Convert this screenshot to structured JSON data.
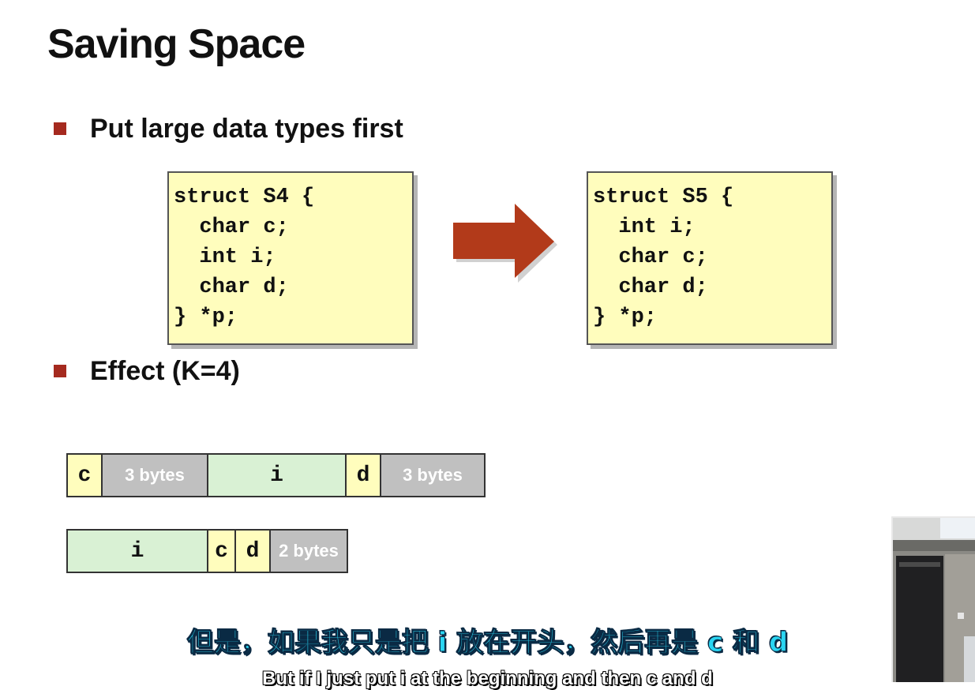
{
  "slide": {
    "title": "Saving Space",
    "bullet1": "Put large data types first",
    "bullet2": "Effect (K=4)"
  },
  "code_before": [
    "struct S4 {",
    "  char c;",
    "  int i;",
    "  char d;",
    "} *p;"
  ],
  "code_after": [
    "struct S5 {",
    "  int i;",
    "  char c;",
    "  char d;",
    "} *p;"
  ],
  "layout_s4": [
    {
      "label": "c",
      "kind": "char"
    },
    {
      "label": "3 bytes",
      "kind": "pad"
    },
    {
      "label": "i",
      "kind": "int"
    },
    {
      "label": "d",
      "kind": "char"
    },
    {
      "label": "3 bytes",
      "kind": "pad"
    }
  ],
  "layout_s5": [
    {
      "label": "i",
      "kind": "int"
    },
    {
      "label": "c",
      "kind": "char"
    },
    {
      "label": "d",
      "kind": "char"
    },
    {
      "label": "2 bytes",
      "kind": "pad"
    }
  ],
  "subtitles": {
    "chinese": "但是，如果我只是把 i 放在开头，然后再是 c 和 d",
    "english": "But if I just put i at the beginning and then c and d"
  },
  "colors": {
    "bullet": "#a52a1f",
    "arrow": "#b23a1a",
    "code_bg": "#fffdbd",
    "int_cell": "#d9f1d4",
    "pad_cell": "#c0c0c0"
  }
}
